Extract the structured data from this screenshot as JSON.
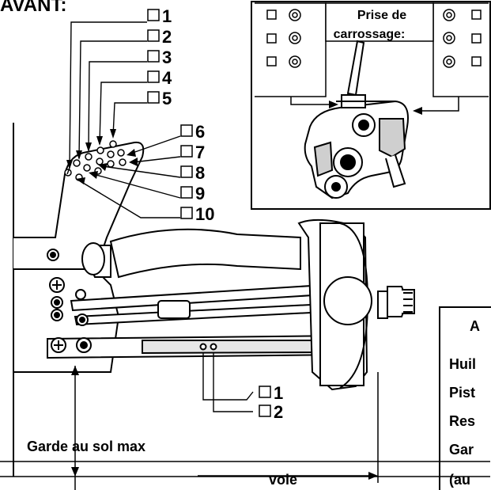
{
  "heading": "AVANT:",
  "upper_labels": [
    "1",
    "2",
    "3",
    "4",
    "5",
    "6",
    "7",
    "8",
    "9",
    "10"
  ],
  "lower_labels": [
    "1",
    "2"
  ],
  "inset_title_line1": "Prise de",
  "inset_title_line2": "carrossage:",
  "ground_clearance_label": "Garde au sol max",
  "track_label": "voie",
  "side_panel_heading": "A",
  "side_panel_lines": [
    "Huil",
    "Pist",
    "Res",
    "Gar",
    "(au"
  ],
  "checkbox_symbol": "□",
  "colors": {
    "ink": "#000000",
    "paper": "#ffffff",
    "shade": "#d9d9d9"
  }
}
